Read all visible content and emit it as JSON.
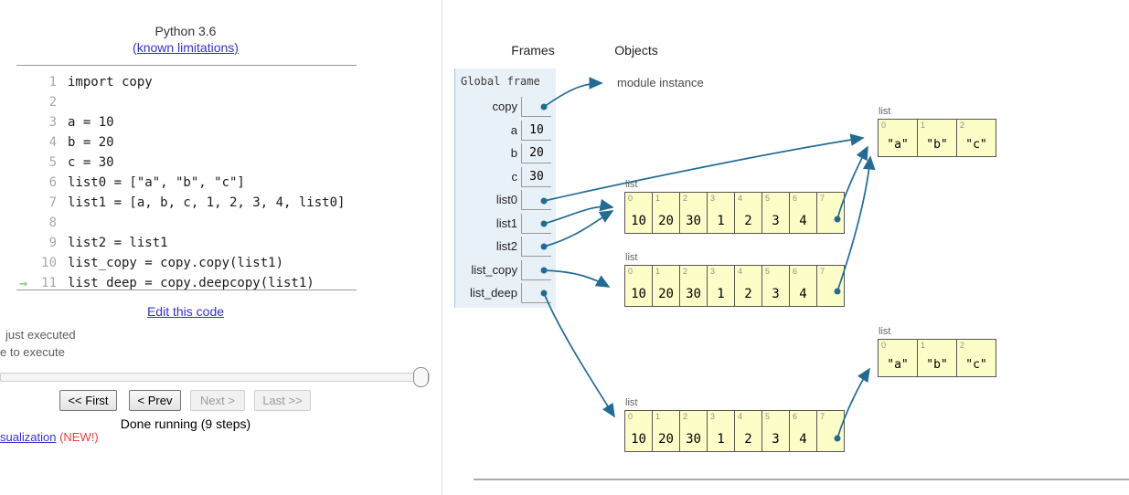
{
  "header": {
    "title": "Python 3.6",
    "limitations_link": "(known limitations)"
  },
  "code": {
    "arrow_line": 11,
    "arrow_glyph": "→",
    "lines": [
      {
        "num": "1",
        "text": "import copy"
      },
      {
        "num": "2",
        "text": ""
      },
      {
        "num": "3",
        "text": "a = 10"
      },
      {
        "num": "4",
        "text": "b = 20"
      },
      {
        "num": "5",
        "text": "c = 30"
      },
      {
        "num": "6",
        "text": "list0 = [\"a\", \"b\", \"c\"]"
      },
      {
        "num": "7",
        "text": "list1 = [a, b, c, 1, 2, 3, 4, list0]"
      },
      {
        "num": "8",
        "text": ""
      },
      {
        "num": "9",
        "text": "list2 = list1"
      },
      {
        "num": "10",
        "text": "list_copy = copy.copy(list1)"
      },
      {
        "num": "11",
        "text": "list_deep = copy.deepcopy(list1)"
      }
    ]
  },
  "edit_link_label": "Edit this code",
  "legend": {
    "just_executed": "just executed",
    "next_to_execute": "e to execute"
  },
  "controls": {
    "first_label": "<< First",
    "prev_label": "< Prev",
    "next_label": "Next >",
    "last_label": "Last >>",
    "status": "Done running (9 steps)",
    "bottom_link_label": "sualization",
    "bottom_new_flag": "(NEW!)"
  },
  "viz": {
    "frames_header": "Frames",
    "objects_header": "Objects",
    "module_instance_label": "module instance",
    "global_frame": {
      "title": "Global frame",
      "variables": [
        {
          "name": "copy",
          "pointer": true
        },
        {
          "name": "a",
          "value": "10"
        },
        {
          "name": "b",
          "value": "20"
        },
        {
          "name": "c",
          "value": "30"
        },
        {
          "name": "list0",
          "pointer": true
        },
        {
          "name": "list1",
          "pointer": true
        },
        {
          "name": "list2",
          "pointer": true
        },
        {
          "name": "list_copy",
          "pointer": true
        },
        {
          "name": "list_deep",
          "pointer": true
        }
      ]
    },
    "lists": {
      "abc_top": {
        "label": "list",
        "cells": [
          {
            "index": "0",
            "value": "\"a\""
          },
          {
            "index": "1",
            "value": "\"b\""
          },
          {
            "index": "2",
            "value": "\"c\""
          }
        ]
      },
      "list1_obj": {
        "label": "list",
        "cells": [
          {
            "index": "0",
            "value": "10"
          },
          {
            "index": "1",
            "value": "20"
          },
          {
            "index": "2",
            "value": "30"
          },
          {
            "index": "3",
            "value": "1"
          },
          {
            "index": "4",
            "value": "2"
          },
          {
            "index": "5",
            "value": "3"
          },
          {
            "index": "6",
            "value": "4"
          },
          {
            "index": "7",
            "pointer": true
          }
        ]
      },
      "list_copy_obj": {
        "label": "list",
        "cells": [
          {
            "index": "0",
            "value": "10"
          },
          {
            "index": "1",
            "value": "20"
          },
          {
            "index": "2",
            "value": "30"
          },
          {
            "index": "3",
            "value": "1"
          },
          {
            "index": "4",
            "value": "2"
          },
          {
            "index": "5",
            "value": "3"
          },
          {
            "index": "6",
            "value": "4"
          },
          {
            "index": "7",
            "pointer": true
          }
        ]
      },
      "abc_bottom": {
        "label": "list",
        "cells": [
          {
            "index": "0",
            "value": "\"a\""
          },
          {
            "index": "1",
            "value": "\"b\""
          },
          {
            "index": "2",
            "value": "\"c\""
          }
        ]
      },
      "list_deep_obj": {
        "label": "list",
        "cells": [
          {
            "index": "0",
            "value": "10"
          },
          {
            "index": "1",
            "value": "20"
          },
          {
            "index": "2",
            "value": "30"
          },
          {
            "index": "3",
            "value": "1"
          },
          {
            "index": "4",
            "value": "2"
          },
          {
            "index": "5",
            "value": "3"
          },
          {
            "index": "6",
            "value": "4"
          },
          {
            "index": "7",
            "pointer": true
          }
        ]
      }
    }
  },
  "colors": {
    "arrow_blue": "#236b93",
    "heap_cell_bg": "#fdfdc8",
    "frame_bg": "#e9f1f8",
    "link_blue": "#3333cc",
    "new_flag_red": "#e04343",
    "current_line_arrow_green": "#8fcb8f"
  }
}
